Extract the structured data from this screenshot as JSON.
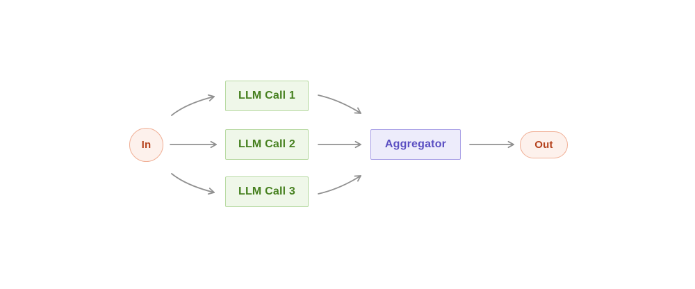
{
  "diagram": {
    "kind": "flow-diagram",
    "background_color": "#ffffff",
    "arrow_color": "#909090",
    "nodes": {
      "in": {
        "label": "In",
        "shape": "circle",
        "fill": "#fdf1ec",
        "border_color": "#f0ae94",
        "text_color": "#b5421d"
      },
      "llm_call_1": {
        "label": "LLM Call 1",
        "shape": "rectangle",
        "fill": "#eff7e9",
        "border_color": "#b6d9a0",
        "text_color": "#46801f"
      },
      "llm_call_2": {
        "label": "LLM Call 2",
        "shape": "rectangle",
        "fill": "#eff7e9",
        "border_color": "#b6d9a0",
        "text_color": "#46801f"
      },
      "llm_call_3": {
        "label": "LLM Call 3",
        "shape": "rectangle",
        "fill": "#eff7e9",
        "border_color": "#b6d9a0",
        "text_color": "#46801f"
      },
      "aggregator": {
        "label": "Aggregator",
        "shape": "rectangle",
        "fill": "#edecfb",
        "border_color": "#a79ee6",
        "text_color": "#5a4ec2"
      },
      "out": {
        "label": "Out",
        "shape": "pill",
        "fill": "#fdf1ec",
        "border_color": "#f0ae94",
        "text_color": "#b5421d"
      }
    },
    "edges": [
      {
        "from": "In",
        "to": "LLM Call 1",
        "style": "curved"
      },
      {
        "from": "In",
        "to": "LLM Call 2",
        "style": "straight"
      },
      {
        "from": "In",
        "to": "LLM Call 3",
        "style": "curved"
      },
      {
        "from": "LLM Call 1",
        "to": "Aggregator",
        "style": "curved"
      },
      {
        "from": "LLM Call 2",
        "to": "Aggregator",
        "style": "straight"
      },
      {
        "from": "LLM Call 3",
        "to": "Aggregator",
        "style": "curved"
      },
      {
        "from": "Aggregator",
        "to": "Out",
        "style": "straight"
      }
    ]
  }
}
